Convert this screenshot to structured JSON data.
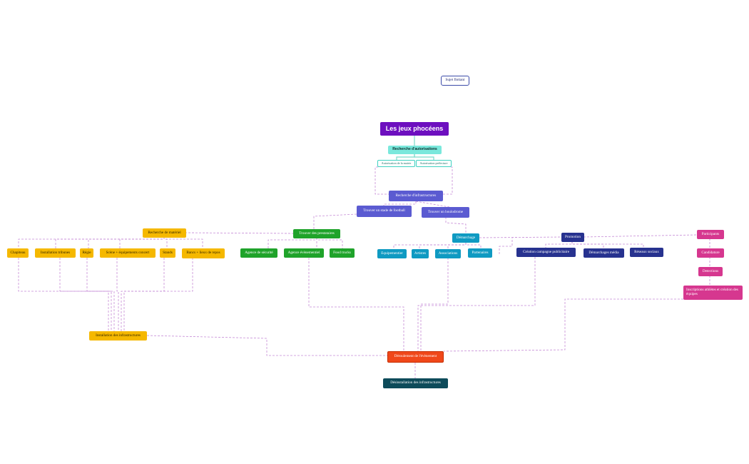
{
  "colors": {
    "purple": "#6d0fbf",
    "teal_light": "#7ae8dc",
    "teal_text": "#0a2e2b",
    "teal_outline": "#3fd1c1",
    "indigo": "#5b5bd1",
    "yellow": "#f5b800",
    "green": "#1fa32a",
    "cyan": "#0f9ac2",
    "navy": "#27328f",
    "pink": "#d6378f",
    "orange": "#f0481a",
    "dark_teal": "#0d4b5a",
    "floating_border": "#3b4aa8",
    "link": "#c58ad6"
  },
  "nodes": {
    "sujet_flottant": "Sujet flottant",
    "root": "Les jeux phocéens",
    "recherche_autorisations": "Recherche d'autorisations",
    "autorisation_mairie": "Autorisation de la mairie",
    "autorisation_prefecture": "Autorisation préfecture",
    "recherche_infrastructures": "Recherche d'infrastructures",
    "stade_football": "Trouver un stade de football",
    "boulodrome": "Trouver un boulodrome",
    "recherche_materiel": "Recherche de matériel",
    "chapiteau": "Chapiteau",
    "installation_tribunes": "Installation tribunes",
    "regie": "Régie",
    "scene_concert": "Scène + équipements concert",
    "stands": "Stands",
    "bancs": "Bancs + lieux de repos",
    "prestataires": "Trouver des prestataires",
    "agence_securite": "Agence de sécurité",
    "agence_evenementiel": "Agence évènementiel",
    "food_trucks": "Food trucks",
    "demarchage": "Démarchage",
    "equipementier": "Equipementier",
    "artistes": "Artistes",
    "associations": "Associations",
    "partenaires": "Partenaires",
    "promotion": "Promotion",
    "campagne_pub": "Création campagne publicitaire",
    "demarchages_media": "Démarchages média",
    "reseaux_sociaux": "Réseaux sociaux",
    "participants": "Participants",
    "candidature": "Candidature",
    "detections": "Detections",
    "inscriptions": "Inscriptions athlètes et création des équipes",
    "installation_infra": "Installation des infrastructures",
    "deroulement": "Déroulement de l'évènement",
    "desinstallation": "Désinstallation des infrastructures"
  }
}
